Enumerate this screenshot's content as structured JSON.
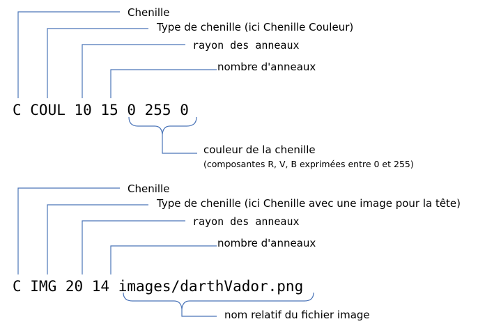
{
  "example1": {
    "command": "C COUL 10 15 0 255 0",
    "label_chenille": "Chenille",
    "label_type": "Type de chenille (ici Chenille Couleur)",
    "label_rayon": "rayon des anneaux",
    "label_nombre": "nombre d'anneaux",
    "label_couleur": "couleur de la chenille",
    "label_couleur_detail": "(composantes R, V, B exprimées entre 0 et 255)"
  },
  "example2": {
    "command": "C IMG 20 14 images/darthVador.png",
    "label_chenille": "Chenille",
    "label_type": "Type de chenille (ici Chenille avec une image pour la tête)",
    "label_rayon": "rayon des anneaux",
    "label_nombre": "nombre d'anneaux",
    "label_fichier": "nom relatif du fichier image"
  },
  "colors": {
    "leader_lines": "#4a74b8",
    "text": "#000000"
  }
}
